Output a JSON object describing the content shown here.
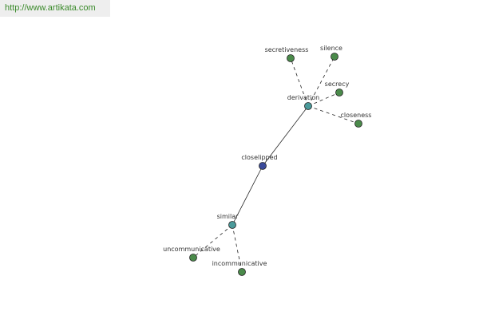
{
  "header": {
    "url_text": "http://www.artikata.com"
  },
  "colors": {
    "center": "#3a4a9a",
    "hub": "#4a9a9a",
    "leaf": "#4a8a4a",
    "stroke": "#222222",
    "url": "#3a8a2a"
  },
  "graph": {
    "nodes": [
      {
        "id": "closelipped",
        "label": "closelipped",
        "kind": "center"
      },
      {
        "id": "derivation",
        "label": "derivation",
        "kind": "hub"
      },
      {
        "id": "similar",
        "label": "similar",
        "kind": "hub"
      },
      {
        "id": "secretiveness",
        "label": "secretiveness",
        "kind": "leaf"
      },
      {
        "id": "silence",
        "label": "silence",
        "kind": "leaf"
      },
      {
        "id": "secrecy",
        "label": "secrecy",
        "kind": "leaf"
      },
      {
        "id": "closeness",
        "label": "closeness",
        "kind": "leaf"
      },
      {
        "id": "uncommunicative",
        "label": "uncommunicative",
        "kind": "leaf"
      },
      {
        "id": "incommunicative",
        "label": "incommunicative",
        "kind": "leaf"
      }
    ],
    "edges": [
      {
        "from": "closelipped",
        "to": "derivation",
        "style": "solid"
      },
      {
        "from": "closelipped",
        "to": "similar",
        "style": "solid"
      },
      {
        "from": "derivation",
        "to": "secretiveness",
        "style": "dashed"
      },
      {
        "from": "derivation",
        "to": "silence",
        "style": "dashed"
      },
      {
        "from": "derivation",
        "to": "secrecy",
        "style": "dashed"
      },
      {
        "from": "derivation",
        "to": "closeness",
        "style": "dashed"
      },
      {
        "from": "similar",
        "to": "uncommunicative",
        "style": "dashed"
      },
      {
        "from": "similar",
        "to": "incommunicative",
        "style": "dashed"
      }
    ]
  }
}
